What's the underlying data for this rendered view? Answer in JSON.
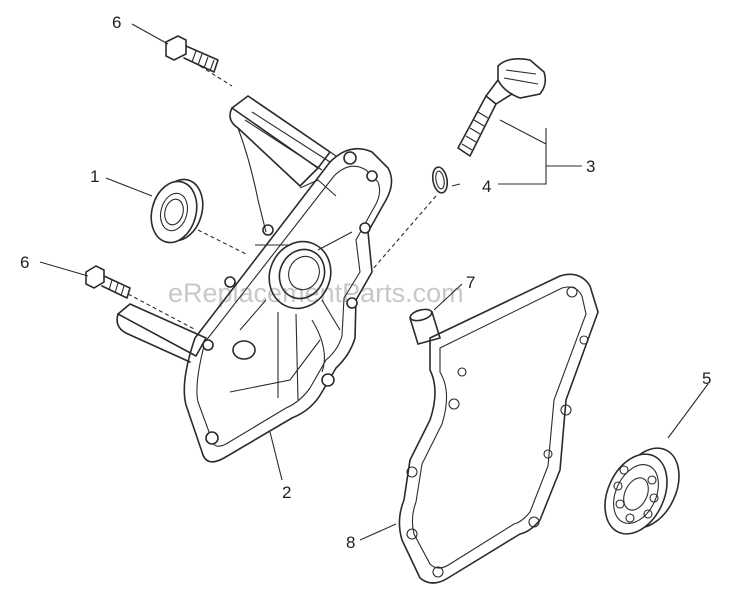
{
  "watermark": "eReplacementParts.com",
  "callouts": {
    "c1": "1",
    "c2": "2",
    "c3": "3",
    "c4": "4",
    "c5": "5",
    "c6a": "6",
    "c6b": "6",
    "c7": "7",
    "c8": "8"
  },
  "colors": {
    "line": "#2b2b2b",
    "watermark": "#c8c8c8"
  }
}
